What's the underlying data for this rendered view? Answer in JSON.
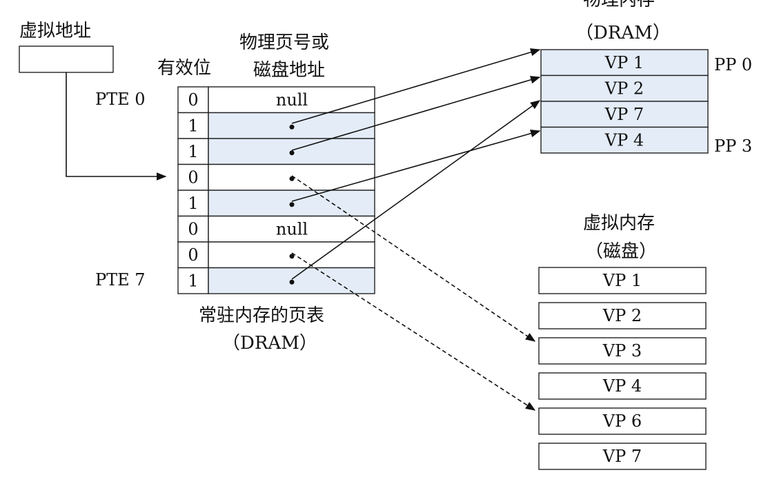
{
  "virtual_address": {
    "label": "虚拟地址"
  },
  "page_table": {
    "header_valid": "有效位",
    "header_addr_line1": "物理页号或",
    "header_addr_line2": "磁盘地址",
    "first_row_label": "PTE 0",
    "last_row_label": "PTE 7",
    "caption_line1": "常驻内存的页表",
    "caption_line2": "（DRAM）",
    "rows": [
      {
        "valid": "0",
        "addr": "null"
      },
      {
        "valid": "1",
        "addr": ""
      },
      {
        "valid": "1",
        "addr": ""
      },
      {
        "valid": "0",
        "addr": ""
      },
      {
        "valid": "1",
        "addr": ""
      },
      {
        "valid": "0",
        "addr": "null"
      },
      {
        "valid": "0",
        "addr": ""
      },
      {
        "valid": "1",
        "addr": ""
      }
    ]
  },
  "physical_memory": {
    "title_line1": "物理内存",
    "title_line2": "（DRAM）",
    "pages": [
      "VP 1",
      "VP 2",
      "VP 7",
      "VP 4"
    ],
    "pp_first": "PP 0",
    "pp_last": "PP 3"
  },
  "virtual_memory": {
    "title_line1": "虚拟内存",
    "title_line2": "（磁盘）",
    "pages": [
      "VP 1",
      "VP 2",
      "VP 3",
      "VP 4",
      "VP 6",
      "VP 7"
    ]
  }
}
